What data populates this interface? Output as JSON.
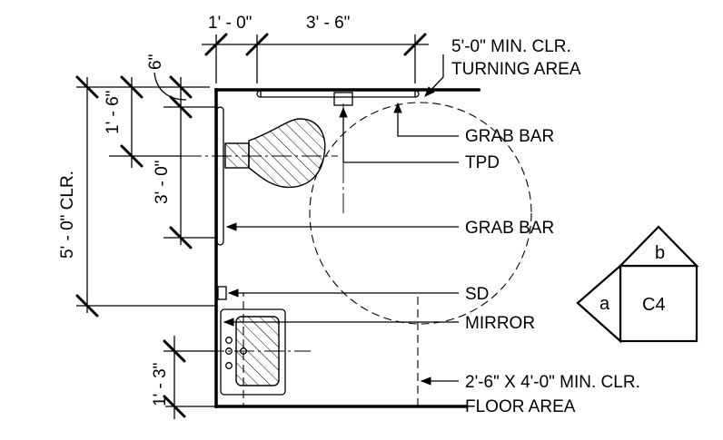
{
  "dimensions": {
    "top_left": "1' - 0\"",
    "top_right": "3' - 6\"",
    "six_inch": "6\"",
    "one_six": "1' - 6\"",
    "three_zero": "3' - 0\"",
    "five_zero_clr": "5' - 0\" CLR.",
    "one_three": "1' - 3\""
  },
  "labels": {
    "turning_area_line1": "5'-0\" MIN. CLR.",
    "turning_area_line2": "TURNING AREA",
    "grab_bar_top": "GRAB BAR",
    "tpd": "TPD",
    "grab_bar_side": "GRAB BAR",
    "sd": "SD",
    "mirror": "MIRROR",
    "floor_area_line1": "2'-6\" X 4'-0\" MIN. CLR.",
    "floor_area_line2": "FLOOR AREA"
  },
  "key_tag": {
    "top": "b",
    "left": "a",
    "center": "C4"
  }
}
